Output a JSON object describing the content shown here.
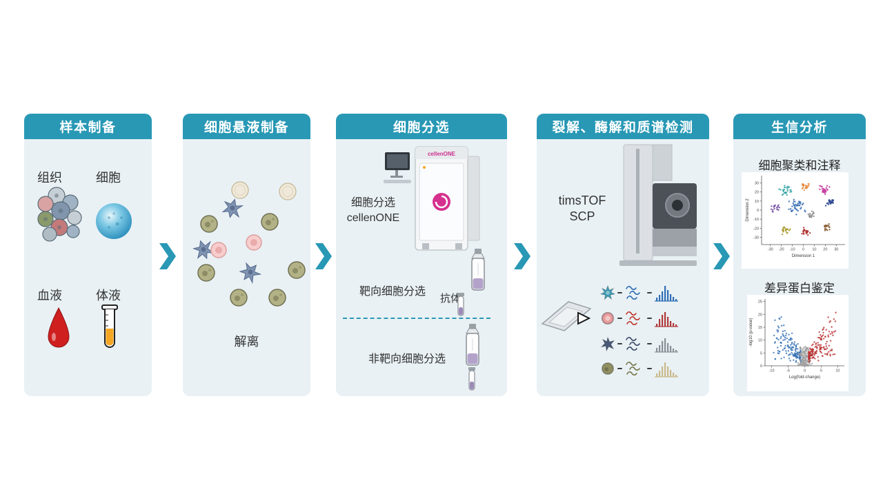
{
  "figure_type": "single-cell proteomics workflow diagram",
  "theme": {
    "header_bg": "#2898b5",
    "panel_bg": "#e9f1f5",
    "arrow_color": "#2898b5",
    "text_color": "#333333",
    "brand_pink": "#d6308f"
  },
  "panels": [
    {
      "title": "样本制备",
      "items": [
        {
          "label": "组织"
        },
        {
          "label": "细胞"
        },
        {
          "label": "血液"
        },
        {
          "label": "体液"
        }
      ]
    },
    {
      "title": "细胞悬液制备",
      "caption": "解离"
    },
    {
      "title": "细胞分选",
      "machine_label_line1": "细胞分选",
      "machine_label_line2": "cellenONE",
      "machine_brand": "cellenONE",
      "targeted_label": "靶向细胞分选",
      "antibody_label": "抗体",
      "untargeted_label": "非靶向细胞分选"
    },
    {
      "title": "裂解、酶解和质谱检测",
      "instrument_label_line1": "timsTOF",
      "instrument_label_line2": "SCP",
      "rows": [
        {
          "cell_color": "#3f9db5",
          "line_color": "#2f6db4",
          "bar_color": "#2f6db4"
        },
        {
          "cell_color": "#e89c9c",
          "line_color": "#c0392b",
          "bar_color": "#b03a3a"
        },
        {
          "cell_color": "#4a5a78",
          "line_color": "#3a4a66",
          "bar_color": "#8a8f96"
        },
        {
          "cell_color": "#8f8f62",
          "line_color": "#77774a",
          "bar_color": "#c9b98a"
        }
      ]
    },
    {
      "title": "生信分析",
      "clustering_title": "细胞聚类和注释",
      "diff_title": "差异蛋白鉴定"
    }
  ],
  "chart_data": [
    {
      "type": "scatter",
      "title": "细胞聚类和注释",
      "xlabel": "Dimension 1",
      "ylabel": "Dimension 2",
      "xlim": [
        -38,
        38
      ],
      "ylim": [
        -38,
        38
      ],
      "xticks": [
        -30,
        -20,
        -10,
        0,
        10,
        20,
        30
      ],
      "yticks": [
        -30,
        -20,
        -10,
        0,
        10,
        20,
        30
      ],
      "grid": false,
      "legend": false,
      "clusters": [
        {
          "color": "#3aa7a7",
          "cx": -16,
          "cy": 21,
          "spread": 5,
          "n": 28
        },
        {
          "color": "#e58637",
          "cx": 1,
          "cy": 26,
          "spread": 4,
          "n": 20
        },
        {
          "color": "#c53a9e",
          "cx": 19,
          "cy": 22,
          "spread": 5,
          "n": 26
        },
        {
          "color": "#7a55a5",
          "cx": -26,
          "cy": 2,
          "spread": 4,
          "n": 18
        },
        {
          "color": "#3b6fb5",
          "cx": -6,
          "cy": 4,
          "spread": 7,
          "n": 42
        },
        {
          "color": "#27418f",
          "cx": 24,
          "cy": 9,
          "spread": 4,
          "n": 20
        },
        {
          "color": "#8c8c8c",
          "cx": 7,
          "cy": -6,
          "spread": 4,
          "n": 16
        },
        {
          "color": "#a89a2f",
          "cx": -16,
          "cy": -22,
          "spread": 4,
          "n": 20
        },
        {
          "color": "#b03030",
          "cx": 3,
          "cy": -24,
          "spread": 4,
          "n": 22
        },
        {
          "color": "#8a5c33",
          "cx": 21,
          "cy": -18,
          "spread": 4,
          "n": 18
        }
      ]
    },
    {
      "type": "scatter",
      "variant": "volcano",
      "title": "差异蛋白鉴定",
      "xlabel": "Log(fold-change)",
      "ylabel": "-log10 (p-value)",
      "xlim": [
        -12,
        12
      ],
      "ylim": [
        0,
        26
      ],
      "xticks": [
        -10,
        -5,
        0,
        5,
        10
      ],
      "yticks": [
        0,
        5,
        10,
        15,
        20,
        25
      ],
      "grid": false,
      "legend": false,
      "groups": [
        {
          "name": "down-regulated",
          "color": "#2f6db4",
          "mode": "tail",
          "xrange": [
            -10,
            -1.2
          ],
          "n": 150
        },
        {
          "name": "not-significant",
          "color": "#a0a0a0",
          "mode": "center",
          "xrange": [
            -3,
            3
          ],
          "n": 180
        },
        {
          "name": "up-regulated",
          "color": "#b82e2e",
          "mode": "tail",
          "xrange": [
            1.2,
            10
          ],
          "n": 150
        }
      ]
    }
  ]
}
